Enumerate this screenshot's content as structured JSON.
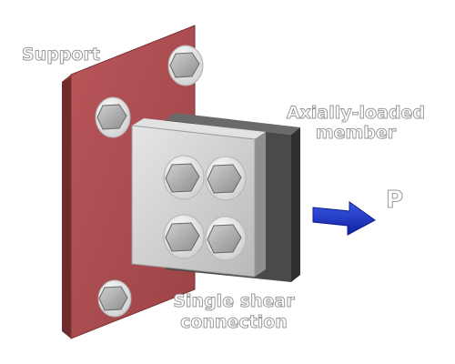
{
  "labels": {
    "support": "Support",
    "member_line1": "Axially-loaded",
    "member_line2": "member",
    "load": "P",
    "connection_line1": "Single shear",
    "connection_line2": "connection"
  },
  "colors": {
    "support_plate": "#b04d50",
    "member": "#4a4a4a",
    "connector_plate": "#c4c4c4",
    "bolt": "#a9a9a9",
    "arrow": "#1a34c4",
    "label_fill": "#ffffff",
    "label_stroke": "#9a9a9a"
  }
}
